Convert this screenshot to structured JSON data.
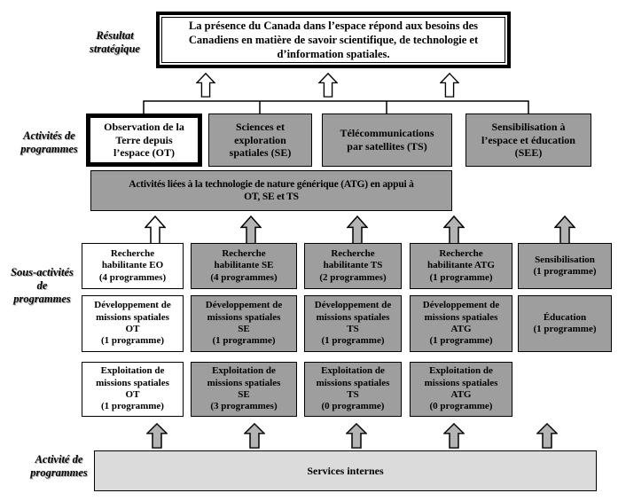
{
  "colors": {
    "box_gray": "#9E9E9E",
    "box_white": "#FFFFFF",
    "services_gray": "#DBDBDB",
    "arrow_gray": "#B4B4B4",
    "arrow_white": "#FFFFFF",
    "border_black": "#000000"
  },
  "side_labels": {
    "strategic": "Résultat\nstratégique",
    "activities": "Activités de\nprogrammes",
    "sub_activities": "Sous-activités\nde\nprogrammes",
    "activity": "Activité de\nprogrammes"
  },
  "strategic_result": {
    "text": "La présence du Canada dans l’espace répond aux besoins des\nCanadiens en matière de savoir scientifique, de technologie et\nd’information spatiales."
  },
  "activities": {
    "ot": "Observation de la\nTerre depuis\nl’espace (OT)",
    "se": "Sciences et\nexploration\nspatiales (SE)",
    "ts": "Télécommunications\npar satellites (TS)",
    "see": "Sensibilisation à\nl’espace et éducation\n(SEE)",
    "atg": "Activités liées à la technologie de nature générique (ATG) en appui à\nOT, SE et TS"
  },
  "sub": {
    "research": [
      "Recherche\nhabilitante EO\n(4 programmes)",
      "Recherche\nhabilitante SE\n(4 programmes)",
      "Recherche\nhabilitante TS\n(2 programmes)",
      "Recherche\nhabilitante ATG\n(1 programme)",
      "Sensibilisation\n(1 programme)"
    ],
    "development": [
      "Développement de\nmissions spatiales\nOT\n(1 programme)",
      "Développement de\nmissions spatiales\nSE\n(1 programme)",
      "Développement de\nmissions spatiales\nTS\n(1 programme)",
      "Développement de\nmissions spatiales\nATG\n(1 programme)",
      "Éducation\n(1 programme)"
    ],
    "exploitation": [
      "Exploitation de\nmissions spatiales\nOT\n(1 programme)",
      "Exploitation de\nmissions spatiales\nSE\n(3 programmes)",
      "Exploitation de\nmissions spatiales\nTS\n(0 programme)",
      "Exploitation de\nmissions spatiales\nATG\n(0 programme)"
    ]
  },
  "services_label": "Services internes"
}
